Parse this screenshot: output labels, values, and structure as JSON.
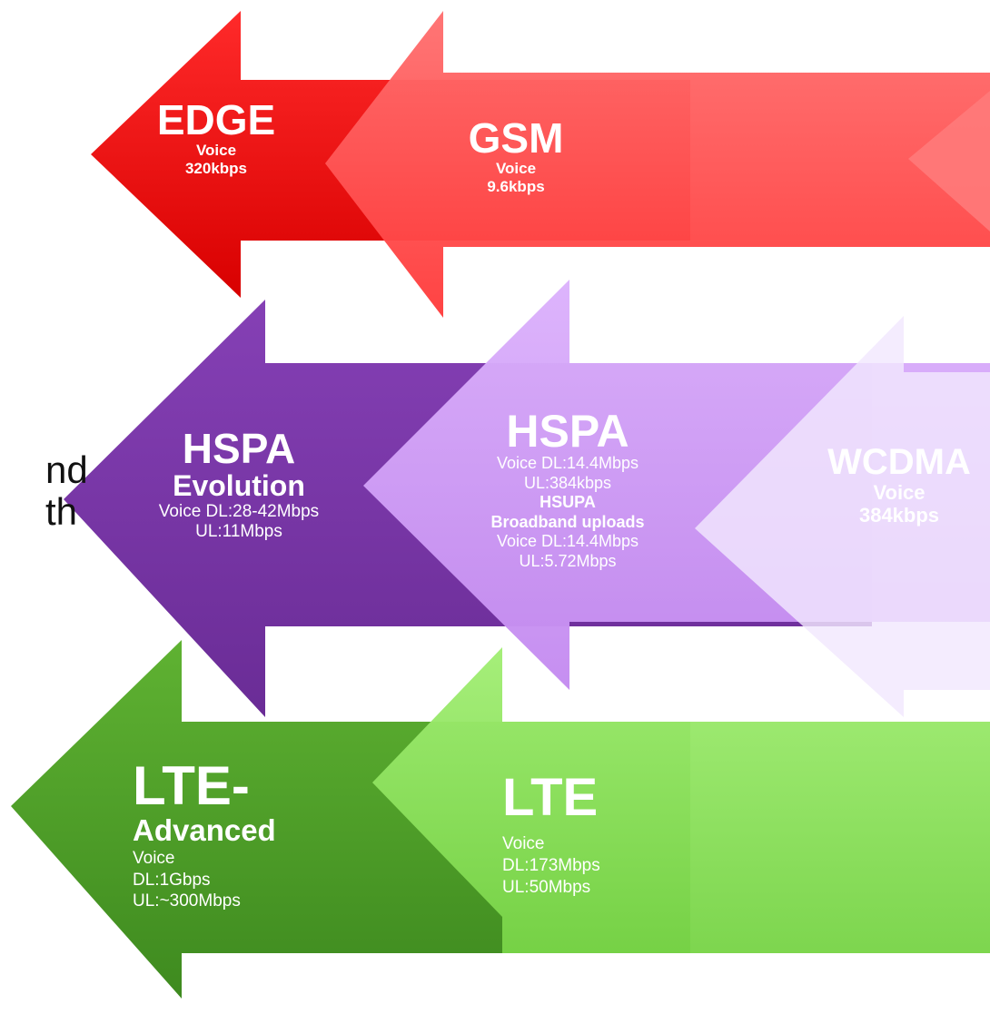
{
  "colors": {
    "red_dark": "#f20000",
    "red_light": "#ff5a5a",
    "purple_dark": "#7a37a8",
    "purple_light": "#d6a6fb",
    "purple_pale": "#efe3fd",
    "green_dark": "#4f9e28",
    "green_light": "#8fe060"
  },
  "partial_text": {
    "line1": "nd",
    "line2": "th"
  },
  "arrows": {
    "edge": {
      "title": "EDGE",
      "line1": "Voice",
      "line2": "320kbps"
    },
    "gsm": {
      "title": "GSM",
      "line1": "Voice",
      "line2": "9.6kbps"
    },
    "hspa_evolution": {
      "title": "HSPA",
      "subtitle": "Evolution",
      "line1": "Voice DL:28-42Mbps",
      "line2": "UL:11Mbps"
    },
    "hspa": {
      "title": "HSPA",
      "line1": "Voice DL:14.4Mbps",
      "line2": "UL:384kbps",
      "line3": "HSUPA",
      "line4": "Broadband uploads",
      "line5": "Voice DL:14.4Mbps",
      "line6": "UL:5.72Mbps"
    },
    "wcdma": {
      "title": "WCDMA",
      "line1": "Voice",
      "line2": "384kbps"
    },
    "lte_advanced": {
      "title": "LTE-",
      "subtitle": "Advanced",
      "line1": "Voice",
      "line2": "DL:1Gbps",
      "line3": "UL:~300Mbps"
    },
    "lte": {
      "title": "LTE",
      "line1": "Voice",
      "line2": "DL:173Mbps",
      "line3": "UL:50Mbps"
    }
  }
}
